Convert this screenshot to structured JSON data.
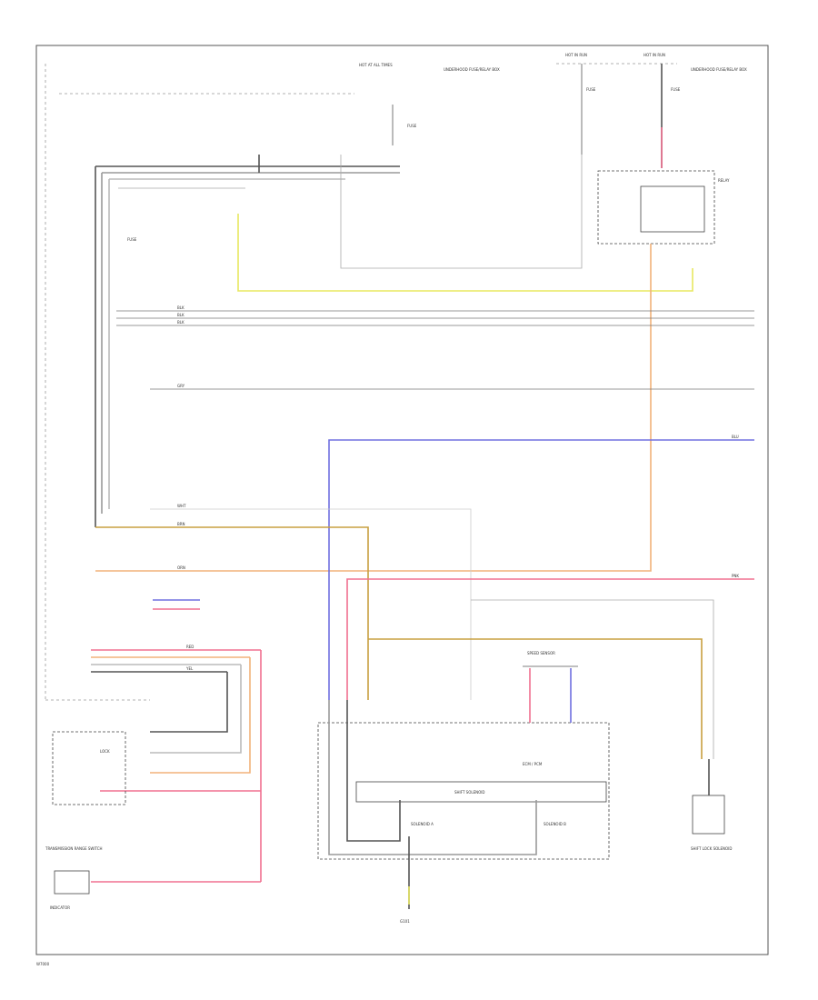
{
  "colors": {
    "black": "#555555",
    "gray": "#9a9a9a",
    "yellow": "#e8e860",
    "orange": "#f2b27a",
    "blue": "#7070e0",
    "pink": "#f07090",
    "tan": "#c8a040",
    "white": "#dddddd"
  },
  "labels": {
    "hot_at_all_times": "HOT AT ALL TIMES",
    "hot_run_1": "HOT IN RUN",
    "hot_run_2": "HOT IN RUN",
    "underhood_fuse_1": "UNDERHOOD FUSE/RELAY BOX",
    "underhood_fuse_2": "UNDERHOOD FUSE/RELAY BOX",
    "fuse_1": "FUSE",
    "fuse_2": "FUSE",
    "fuse_3": "FUSE",
    "fuse_4": "FUSE",
    "relay": "RELAY",
    "transmission_range": "TRANSMISSION RANGE SWITCH",
    "shift_solenoid": "SHIFT SOLENOID",
    "sol_a": "SOLENOID A",
    "sol_b": "SOLENOID B",
    "ecm": "ECM / PCM",
    "indicator": "INDICATOR",
    "ground": "G101",
    "lock": "LOCK",
    "speed_sensor": "SPEED SENSOR",
    "shift_lock_solenoid": "SHIFT LOCK SOLENOID",
    "footer": "W7000"
  },
  "wire_codes": {
    "w1": "BLK",
    "w2": "BLK",
    "w3": "BLK",
    "w4": "GRY",
    "w5": "BLU",
    "w6": "WHT",
    "w7": "BRN",
    "w8": "ORN",
    "w9": "PNK",
    "w10": "RED",
    "w11": "YEL"
  }
}
